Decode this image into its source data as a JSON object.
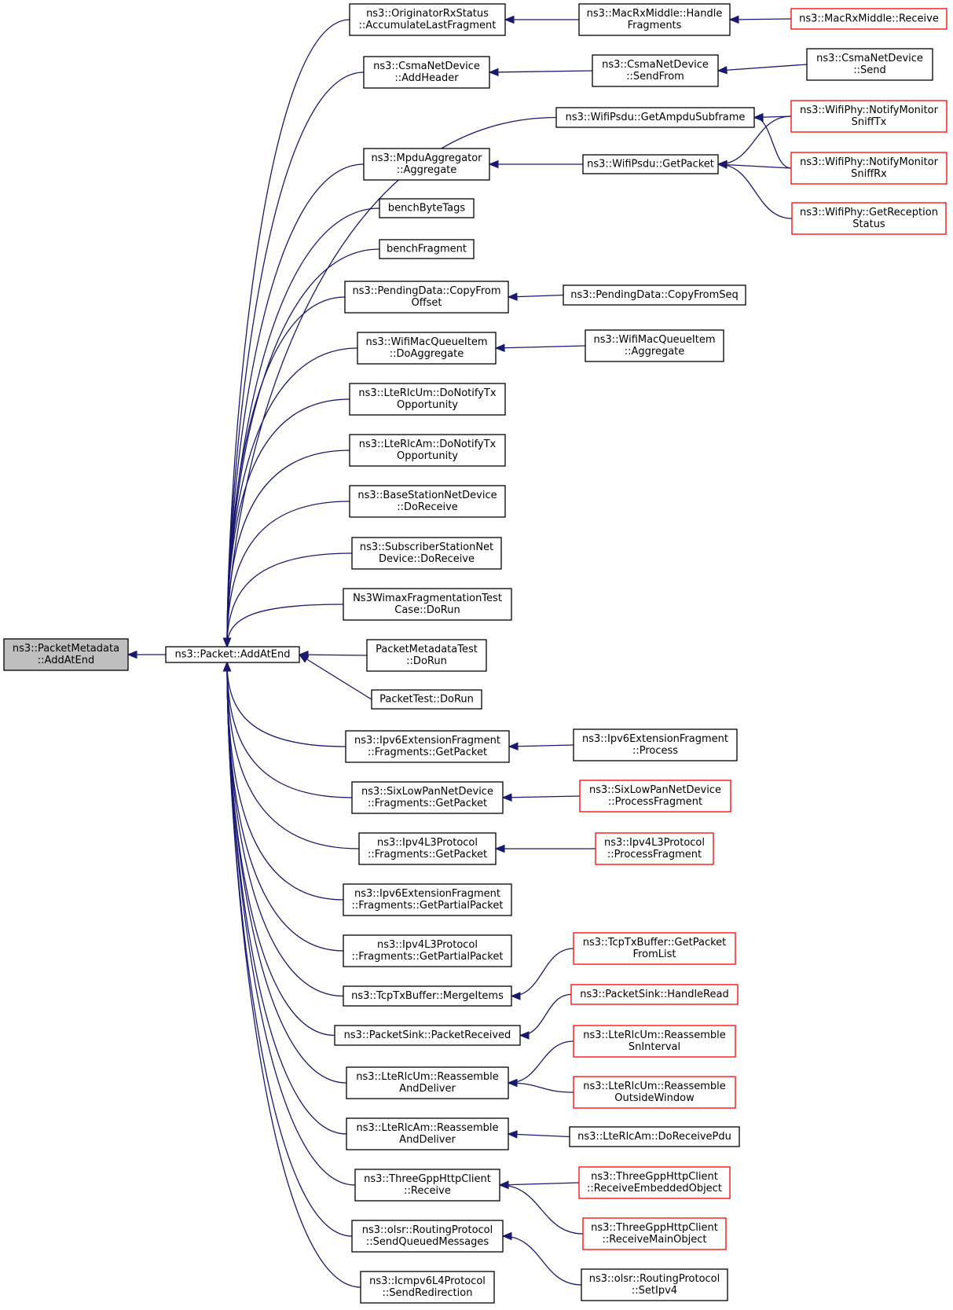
{
  "graph": {
    "kind": "doxygen-caller-graph",
    "colors": {
      "edge": "#191970",
      "border": "#000000",
      "truncated_border": "#ff0000",
      "root_fill": "#bfbfbf"
    },
    "nodes": [
      {
        "id": "root",
        "lines": [
          "ns3::PacketMetadata",
          "::AddAtEnd"
        ],
        "root": true
      },
      {
        "id": "packet_addatend",
        "lines": [
          "ns3::Packet::AddAtEnd"
        ]
      },
      {
        "id": "orig_acc",
        "lines": [
          "ns3::OriginatorRxStatus",
          "::AccumulateLastFragment"
        ]
      },
      {
        "id": "csma_addheader",
        "lines": [
          "ns3::CsmaNetDevice",
          "::AddHeader"
        ]
      },
      {
        "id": "psdu_ampdu",
        "lines": [
          "ns3::WifiPsdu::GetAmpduSubframe"
        ]
      },
      {
        "id": "mpdu_agg",
        "lines": [
          "ns3::MpduAggregator",
          "::Aggregate"
        ]
      },
      {
        "id": "bench_bytetags",
        "lines": [
          "benchByteTags"
        ]
      },
      {
        "id": "bench_frag",
        "lines": [
          "benchFragment"
        ]
      },
      {
        "id": "pending_copy",
        "lines": [
          "ns3::PendingData::CopyFrom",
          "Offset"
        ]
      },
      {
        "id": "wmqi_doagg",
        "lines": [
          "ns3::WifiMacQueueItem",
          "::DoAggregate"
        ]
      },
      {
        "id": "rlcum_notify",
        "lines": [
          "ns3::LteRlcUm::DoNotifyTx",
          "Opportunity"
        ]
      },
      {
        "id": "rlcam_notify",
        "lines": [
          "ns3::LteRlcAm::DoNotifyTx",
          "Opportunity"
        ]
      },
      {
        "id": "bsnd_recv",
        "lines": [
          "ns3::BaseStationNetDevice",
          "::DoReceive"
        ]
      },
      {
        "id": "ssnd_recv",
        "lines": [
          "ns3::SubscriberStationNet",
          "Device::DoReceive"
        ]
      },
      {
        "id": "wimax_frag",
        "lines": [
          "Ns3WimaxFragmentationTest",
          "Case::DoRun"
        ]
      },
      {
        "id": "pmt_dorun",
        "lines": [
          "PacketMetadataTest",
          "::DoRun"
        ]
      },
      {
        "id": "pt_dorun",
        "lines": [
          "PacketTest::DoRun"
        ]
      },
      {
        "id": "ipv6frag_get",
        "lines": [
          "ns3::Ipv6ExtensionFragment",
          "::Fragments::GetPacket"
        ]
      },
      {
        "id": "sixlow_get",
        "lines": [
          "ns3::SixLowPanNetDevice",
          "::Fragments::GetPacket"
        ]
      },
      {
        "id": "ipv4l3_get",
        "lines": [
          "ns3::Ipv4L3Protocol",
          "::Fragments::GetPacket"
        ]
      },
      {
        "id": "ipv6frag_partial",
        "lines": [
          "ns3::Ipv6ExtensionFragment",
          "::Fragments::GetPartialPacket"
        ]
      },
      {
        "id": "ipv4l3_partial",
        "lines": [
          "ns3::Ipv4L3Protocol",
          "::Fragments::GetPartialPacket"
        ]
      },
      {
        "id": "tcptx_merge",
        "lines": [
          "ns3::TcpTxBuffer::MergeItems"
        ]
      },
      {
        "id": "sink_pr",
        "lines": [
          "ns3::PacketSink::PacketReceived"
        ]
      },
      {
        "id": "rlcum_reasm",
        "lines": [
          "ns3::LteRlcUm::Reassemble",
          "AndDeliver"
        ]
      },
      {
        "id": "rlcam_reasm",
        "lines": [
          "ns3::LteRlcAm::Reassemble",
          "AndDeliver"
        ]
      },
      {
        "id": "http_recv",
        "lines": [
          "ns3::ThreeGppHttpClient",
          "::Receive"
        ]
      },
      {
        "id": "olsr_sqm",
        "lines": [
          "ns3::olsr::RoutingProtocol",
          "::SendQueuedMessages"
        ]
      },
      {
        "id": "icmp_redir",
        "lines": [
          "ns3::Icmpv6L4Protocol",
          "::SendRedirection"
        ]
      },
      {
        "id": "macrx_handle",
        "lines": [
          "ns3::MacRxMiddle::Handle",
          "Fragments"
        ]
      },
      {
        "id": "macrx_recv",
        "lines": [
          "ns3::MacRxMiddle::Receive"
        ],
        "truncated": true
      },
      {
        "id": "csma_sendfrom",
        "lines": [
          "ns3::CsmaNetDevice",
          "::SendFrom"
        ]
      },
      {
        "id": "csma_send",
        "lines": [
          "ns3::CsmaNetDevice",
          "::Send"
        ]
      },
      {
        "id": "phy_montx",
        "lines": [
          "ns3::WifiPhy::NotifyMonitor",
          "SniffTx"
        ],
        "truncated": true
      },
      {
        "id": "phy_monrx",
        "lines": [
          "ns3::WifiPhy::NotifyMonitor",
          "SniffRx"
        ],
        "truncated": true
      },
      {
        "id": "psdu_get",
        "lines": [
          "ns3::WifiPsdu::GetPacket"
        ]
      },
      {
        "id": "phy_recstat",
        "lines": [
          "ns3::WifiPhy::GetReception",
          "Status"
        ],
        "truncated": true
      },
      {
        "id": "pending_seq",
        "lines": [
          "ns3::PendingData::CopyFromSeq"
        ]
      },
      {
        "id": "wmqi_agg",
        "lines": [
          "ns3::WifiMacQueueItem",
          "::Aggregate"
        ]
      },
      {
        "id": "ipv6frag_proc",
        "lines": [
          "ns3::Ipv6ExtensionFragment",
          "::Process"
        ]
      },
      {
        "id": "sixlow_proc",
        "lines": [
          "ns3::SixLowPanNetDevice",
          "::ProcessFragment"
        ],
        "truncated": true
      },
      {
        "id": "ipv4l3_proc",
        "lines": [
          "ns3::Ipv4L3Protocol",
          "::ProcessFragment"
        ],
        "truncated": true
      },
      {
        "id": "tcptx_getfl",
        "lines": [
          "ns3::TcpTxBuffer::GetPacket",
          "FromList"
        ],
        "truncated": true
      },
      {
        "id": "sink_hr",
        "lines": [
          "ns3::PacketSink::HandleRead"
        ],
        "truncated": true
      },
      {
        "id": "rlcum_snint",
        "lines": [
          "ns3::LteRlcUm::Reassemble",
          "SnInterval"
        ],
        "truncated": true
      },
      {
        "id": "rlcum_outw",
        "lines": [
          "ns3::LteRlcUm::Reassemble",
          "OutsideWindow"
        ],
        "truncated": true
      },
      {
        "id": "rlcam_drp",
        "lines": [
          "ns3::LteRlcAm::DoReceivePdu"
        ]
      },
      {
        "id": "http_reo",
        "lines": [
          "ns3::ThreeGppHttpClient",
          "::ReceiveEmbeddedObject"
        ],
        "truncated": true
      },
      {
        "id": "http_rmo",
        "lines": [
          "ns3::ThreeGppHttpClient",
          "::ReceiveMainObject"
        ],
        "truncated": true
      },
      {
        "id": "olsr_setipv4",
        "lines": [
          "ns3::olsr::RoutingProtocol",
          "::SetIpv4"
        ]
      }
    ],
    "edges": [
      [
        "packet_addatend",
        "root"
      ],
      [
        "orig_acc",
        "packet_addatend"
      ],
      [
        "csma_addheader",
        "packet_addatend"
      ],
      [
        "psdu_ampdu",
        "packet_addatend"
      ],
      [
        "mpdu_agg",
        "packet_addatend"
      ],
      [
        "bench_bytetags",
        "packet_addatend"
      ],
      [
        "bench_frag",
        "packet_addatend"
      ],
      [
        "pending_copy",
        "packet_addatend"
      ],
      [
        "wmqi_doagg",
        "packet_addatend"
      ],
      [
        "rlcum_notify",
        "packet_addatend"
      ],
      [
        "rlcam_notify",
        "packet_addatend"
      ],
      [
        "bsnd_recv",
        "packet_addatend"
      ],
      [
        "ssnd_recv",
        "packet_addatend"
      ],
      [
        "wimax_frag",
        "packet_addatend"
      ],
      [
        "pmt_dorun",
        "packet_addatend"
      ],
      [
        "pt_dorun",
        "packet_addatend"
      ],
      [
        "ipv6frag_get",
        "packet_addatend"
      ],
      [
        "sixlow_get",
        "packet_addatend"
      ],
      [
        "ipv4l3_get",
        "packet_addatend"
      ],
      [
        "ipv6frag_partial",
        "packet_addatend"
      ],
      [
        "ipv4l3_partial",
        "packet_addatend"
      ],
      [
        "tcptx_merge",
        "packet_addatend"
      ],
      [
        "sink_pr",
        "packet_addatend"
      ],
      [
        "rlcum_reasm",
        "packet_addatend"
      ],
      [
        "rlcam_reasm",
        "packet_addatend"
      ],
      [
        "http_recv",
        "packet_addatend"
      ],
      [
        "olsr_sqm",
        "packet_addatend"
      ],
      [
        "icmp_redir",
        "packet_addatend"
      ],
      [
        "macrx_handle",
        "orig_acc"
      ],
      [
        "macrx_recv",
        "macrx_handle"
      ],
      [
        "csma_sendfrom",
        "csma_addheader"
      ],
      [
        "csma_send",
        "csma_sendfrom"
      ],
      [
        "phy_montx",
        "psdu_ampdu"
      ],
      [
        "phy_monrx",
        "psdu_ampdu"
      ],
      [
        "psdu_get",
        "mpdu_agg"
      ],
      [
        "phy_montx",
        "psdu_get"
      ],
      [
        "phy_monrx",
        "psdu_get"
      ],
      [
        "phy_recstat",
        "psdu_get"
      ],
      [
        "pending_seq",
        "pending_copy"
      ],
      [
        "wmqi_agg",
        "wmqi_doagg"
      ],
      [
        "ipv6frag_proc",
        "ipv6frag_get"
      ],
      [
        "sixlow_proc",
        "sixlow_get"
      ],
      [
        "ipv4l3_proc",
        "ipv4l3_get"
      ],
      [
        "tcptx_getfl",
        "tcptx_merge"
      ],
      [
        "sink_hr",
        "sink_pr"
      ],
      [
        "rlcum_snint",
        "rlcum_reasm"
      ],
      [
        "rlcum_outw",
        "rlcum_reasm"
      ],
      [
        "rlcam_drp",
        "rlcam_reasm"
      ],
      [
        "http_reo",
        "http_recv"
      ],
      [
        "http_rmo",
        "http_recv"
      ],
      [
        "olsr_setipv4",
        "olsr_sqm"
      ]
    ]
  }
}
